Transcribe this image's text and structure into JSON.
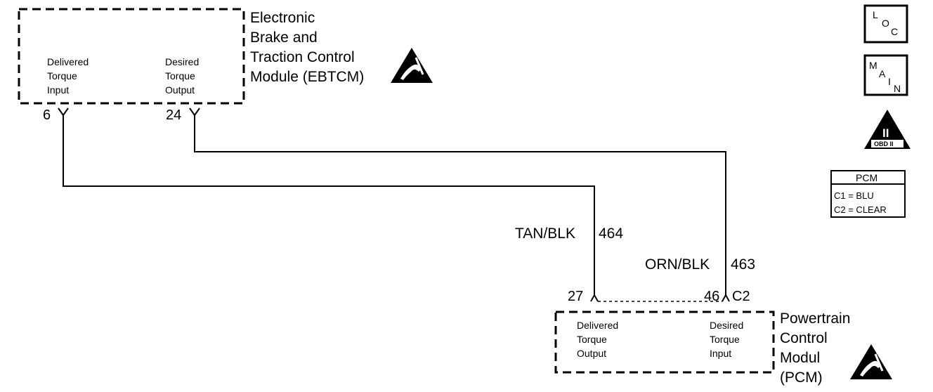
{
  "ebtcm": {
    "title_lines": [
      "Electronic",
      "Brake and",
      "Traction Control",
      "Module (EBTCM)"
    ],
    "left_func": [
      "Delivered",
      "Torque",
      "Input"
    ],
    "right_func": [
      "Desired",
      "Torque",
      "Output"
    ],
    "pin_left": "6",
    "pin_right": "24"
  },
  "pcm": {
    "title_lines": [
      "Powertrain",
      "Control",
      "Modul",
      "(PCM)"
    ],
    "left_func": [
      "Delivered",
      "Torque",
      "Output"
    ],
    "right_func": [
      "Desired",
      "Torque",
      "Input"
    ],
    "pin_left": "27",
    "pin_right": "46",
    "connector": "C2"
  },
  "wires": [
    {
      "color": "TAN/BLK",
      "circuit": "464"
    },
    {
      "color": "ORN/BLK",
      "circuit": "463"
    }
  ],
  "icons": {
    "loc": {
      "l1": "L",
      "l2": "O",
      "l3": "C"
    },
    "main": {
      "l1": "M",
      "l2": "A",
      "l3": "I",
      "l4": "N"
    },
    "obd": {
      "roman": "II",
      "caption": "OBD II"
    }
  },
  "legend": {
    "title": "PCM",
    "rows": [
      "C1 = BLU",
      "C2 = CLEAR"
    ]
  }
}
